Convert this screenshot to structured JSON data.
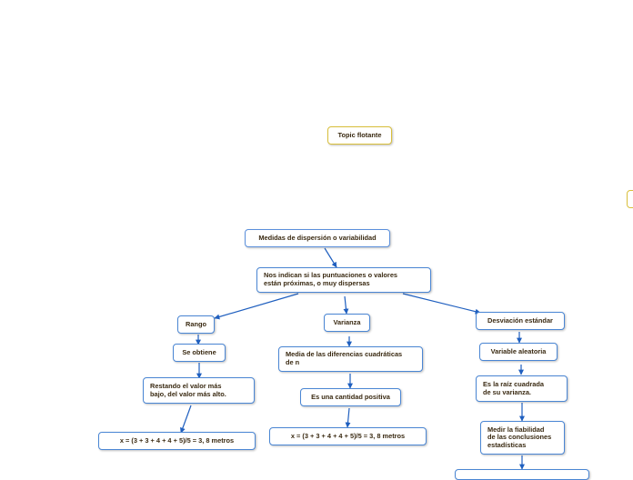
{
  "diagram": {
    "floating_topic": "Topic flotante",
    "root": "Medidas de dispersión o variabilidad",
    "definition": "Nos indican si las puntuaciones o valores\nestán próximas, o muy dispersas",
    "rango": {
      "title": "Rango",
      "step1": "Se obtiene",
      "step2": "Restando el valor más\nbajo, del valor más alto.",
      "result": "x = (3 + 3 + 4 + 4 + 5)/5 = 3, 8 metros"
    },
    "varianza": {
      "title": "Varianza",
      "step1": "Media de las diferencias cuadráticas\nde n",
      "step2": "Es una cantidad positiva",
      "result": "x = (3 + 3 + 4 + 4 + 5)/5 = 3, 8 metros"
    },
    "desviacion": {
      "title": "Desviación estándar",
      "step1": "Variable aleatoria",
      "step2": "Es la raíz cuadrada\nde su varianza.",
      "step3": "Medir la fiabilidad\nde las conclusiones\nestadísticas"
    }
  },
  "colors": {
    "node_border": "#4a86d4",
    "floating_border": "#d9bf3a",
    "connector": "#1f5fbf",
    "text": "#3a2a12"
  }
}
